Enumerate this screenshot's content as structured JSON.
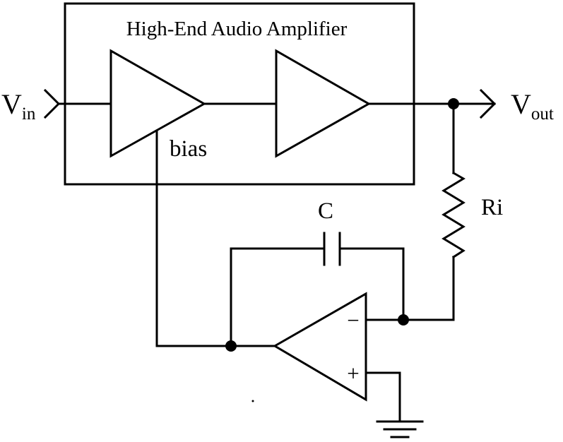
{
  "diagram": {
    "title": "High-End Audio Amplifier",
    "input": {
      "main": "V",
      "sub": "in"
    },
    "output": {
      "main": "V",
      "sub": "out"
    },
    "bias_label": "bias",
    "capacitor_label": "C",
    "resistor_label": "Ri",
    "opamp_inverting": "−",
    "opamp_noninverting": "+"
  },
  "colors": {
    "ink": "#000000",
    "background": "#ffffff"
  }
}
